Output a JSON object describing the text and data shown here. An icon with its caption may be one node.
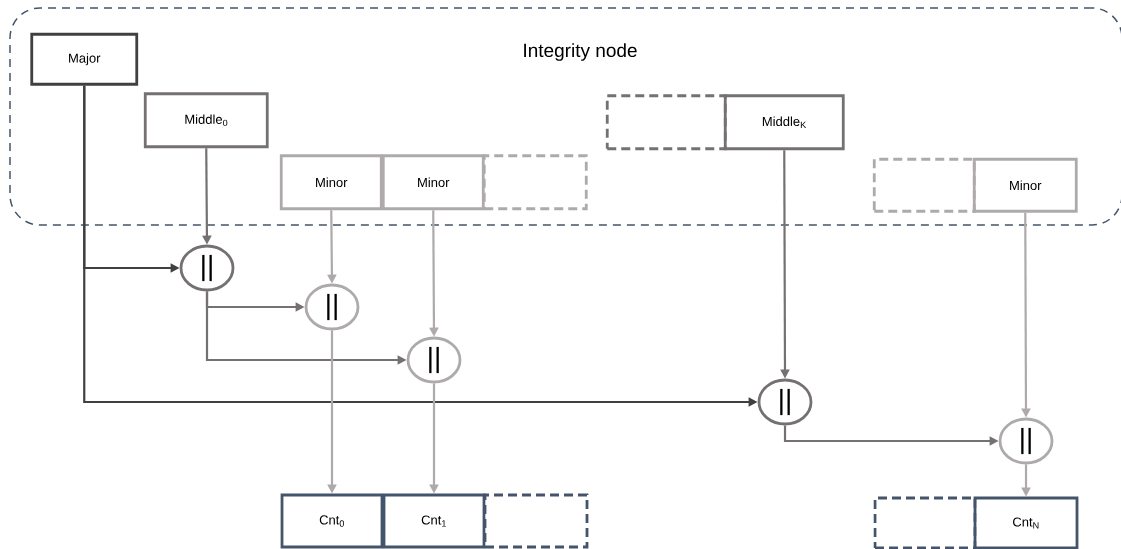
{
  "diagram": {
    "nodes": [
      {
        "text": [
          "Integrity node"
        ]
      },
      {
        "text": [
          "Major"
        ],
        "in": 0
      },
      {
        "text": [
          "Middle$_{0}$"
        ],
        "in": 0
      },
      {
        "text": [
          "Minor"
        ],
        "in": 0
      },
      {
        "text": [
          "Minor"
        ],
        "in": 0
      },
      {
        "text": [],
        "shape": "box",
        "in": 0
      },
      {
        "text": [],
        "shape": "box",
        "in": 0
      },
      {
        "text": [
          "Middle$_{K}$"
        ],
        "in": 0
      },
      {
        "text": [],
        "shape": "box",
        "in": 0
      },
      {
        "text": [
          "Minor"
        ],
        "in": 0
      },
      {
        "text": [
          "||"
        ]
      },
      {
        "text": [
          "||"
        ]
      },
      {
        "text": [
          "||"
        ]
      },
      {
        "text": [
          "||"
        ]
      },
      {
        "text": [
          "||"
        ]
      },
      {
        "text": [
          "Cnt$_{0}$"
        ]
      },
      {
        "text": [
          "Cnt$_{1}$"
        ]
      },
      {
        "text": [],
        "shape": "box"
      },
      {
        "text": [],
        "shape": "box"
      },
      {
        "text": [
          "Cnt$_{N}$"
        ]
      }
    ],
    "edges": [
      {
        "from": 1,
        "to": 10,
        "arrow": "to",
        "color": "#404040"
      },
      {
        "from": 1,
        "to": 13,
        "arrow": "to",
        "color": "#404040"
      },
      {
        "from": 2,
        "to": 10,
        "arrow": "to",
        "color": "#767171"
      },
      {
        "from": 10,
        "to": 11,
        "arrow": "to",
        "color": "#767171"
      },
      {
        "from": 10,
        "to": 12,
        "arrow": "to",
        "color": "#767171"
      },
      {
        "from": 3,
        "to": 11,
        "arrow": "to"
      },
      {
        "from": 4,
        "to": 12,
        "arrow": "to"
      },
      {
        "from": 11,
        "to": 15,
        "arrow": "to"
      },
      {
        "from": 12,
        "to": 16,
        "arrow": "to"
      },
      {
        "from": 7,
        "to": 13,
        "arrow": "to",
        "color": "#767171"
      },
      {
        "from": 13,
        "to": 14,
        "arrow": "to",
        "color": "#767171"
      },
      {
        "from": 9,
        "to": 14,
        "arrow": "to"
      },
      {
        "from": 14,
        "to": 19,
        "arrow": "to"
      }
    ]
  }
}
